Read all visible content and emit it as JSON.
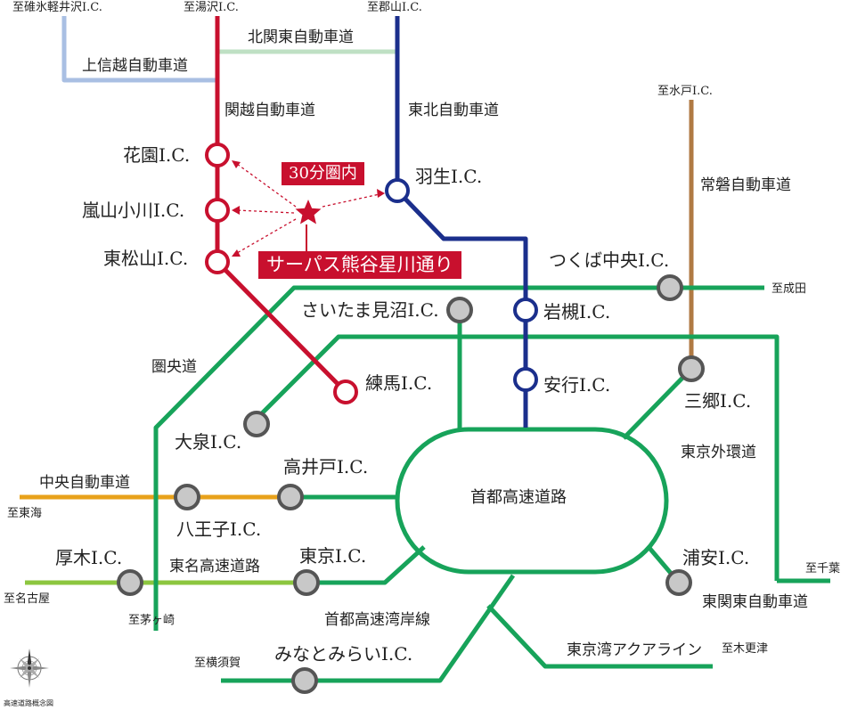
{
  "colors": {
    "shutoko": "#17a35a",
    "kanetsu": "#c8102e",
    "tohoku": "#1b2f8c",
    "joban": "#b07a43",
    "kitakanto": "#bfe0c4",
    "joshinetsu": "#a9bfe3",
    "chuo": "#e8a21a",
    "tomei": "#8cc63f",
    "highlight": "#c8102e"
  },
  "icons": {
    "star": "star-icon",
    "compass": "compass-icon"
  },
  "badges": {
    "time_range": "30分圏内",
    "property": "サーパス熊谷星川通り"
  },
  "interchanges": {
    "hanazono": "花園I.C.",
    "ranzan": "嵐山小川I.C.",
    "higashimatsuyama": "東松山I.C.",
    "nerima": "練馬I.C.",
    "hanyu": "羽生I.C.",
    "iwatsuki": "岩槻I.C.",
    "angyo": "安行I.C.",
    "misato": "三郷I.C.",
    "tsukuba": "つくば中央I.C.",
    "minuma": "さいたま見沼I.C.",
    "oizumi": "大泉I.C.",
    "takaido": "高井戸I.C.",
    "hachioji": "八王子I.C.",
    "atsugi": "厚木I.C.",
    "tokyo": "東京I.C.",
    "urayasu": "浦安I.C.",
    "minatomirai": "みなとみらいI.C."
  },
  "roads": {
    "kitakanto": "北関東自動車道",
    "joshinetsu": "上信越自動車道",
    "kanetsu": "関越自動車道",
    "tohoku": "東北自動車道",
    "joban": "常磐自動車道",
    "kenodo": "圏央道",
    "gaikan": "東京外環道",
    "chuo": "中央自動車道",
    "tomei": "東名高速道路",
    "wangan": "首都高速湾岸線",
    "aqualine": "東京湾アクアライン",
    "higashikanto": "東関東自動車道",
    "shutoko": "首都高速道路"
  },
  "destinations": {
    "usui": "至碓氷軽井沢I.C.",
    "yuzawa": "至湯沢I.C.",
    "koriyama": "至郡山I.C.",
    "mito": "至水戸I.C.",
    "narita": "至成田",
    "tokai": "至東海",
    "nagoya": "至名古屋",
    "chigasaki": "至茅ヶ崎",
    "chiba": "至千葉",
    "kisarazu": "至木更津",
    "yokosuka": "至横須賀"
  },
  "caption": "高速道路概念図"
}
